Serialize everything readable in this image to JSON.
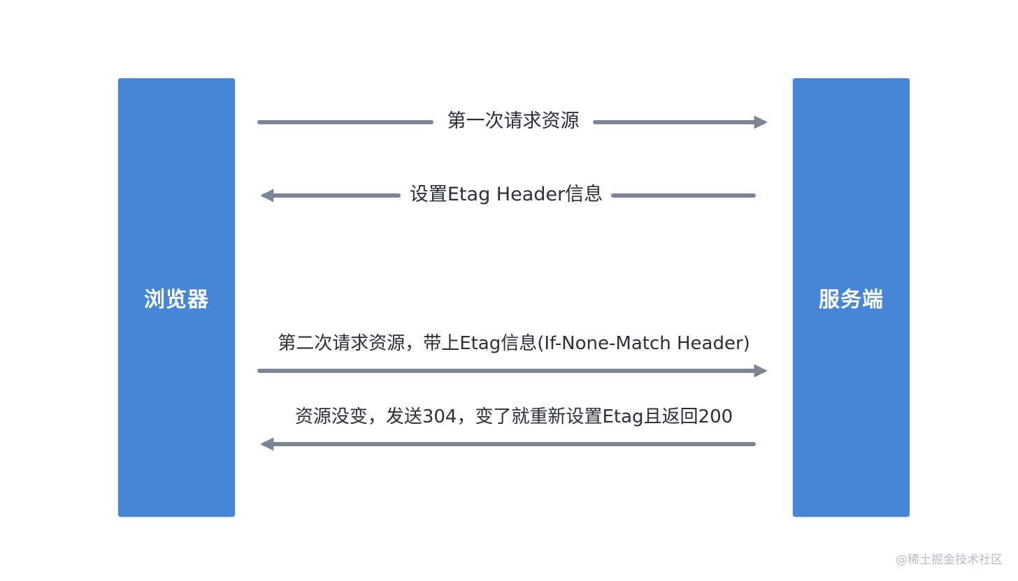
{
  "actors": {
    "browser": "浏览器",
    "server": "服务端"
  },
  "messages": [
    {
      "label": "第一次请求资源",
      "direction": "right"
    },
    {
      "label": "设置Etag Header信息",
      "direction": "left"
    },
    {
      "label": "第二次请求资源，带上Etag信息(If-None-Match Header)",
      "direction": "right"
    },
    {
      "label": "资源没变，发送304，变了就重新设置Etag且返回200",
      "direction": "left"
    }
  ],
  "watermark": "@稀土掘金技术社区",
  "colors": {
    "actor_fill": "#4587d6",
    "arrow": "#7b8593",
    "text": "#2b2f36"
  }
}
